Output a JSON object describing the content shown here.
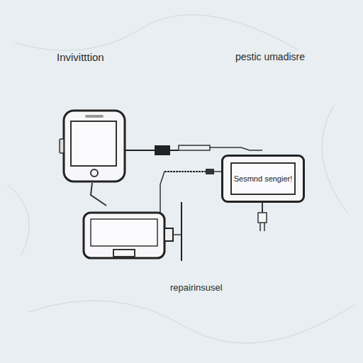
{
  "diagram": {
    "nodes": [
      {
        "text": [
          "Sesmnd sengier!"
        ]
      }
    ],
    "labels": [
      "Invivitttion",
      "pestic umadisre",
      "repairinsusel"
    ]
  }
}
